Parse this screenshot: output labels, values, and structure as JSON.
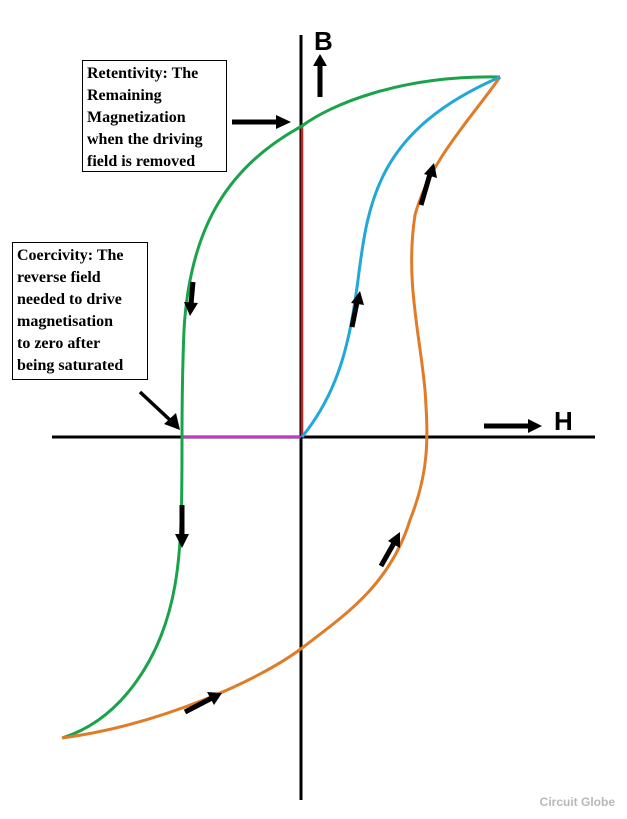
{
  "axes": {
    "vertical_label": "B",
    "horizontal_label": "H"
  },
  "annotations": {
    "retentivity": "Retentivity: The\nRemaining\nMagnetization\nwhen the driving\nfield is removed",
    "coercivity": "Coercivity: The\nreverse field\nneeded to drive\nmagnetisation\nto zero after\nbeing saturated"
  },
  "watermark": "Circuit Globe",
  "colors": {
    "demagnetising_branch": "#1aa34a",
    "magnetising_branch": "#e07b28",
    "initial_curve": "#22a8d8",
    "retentivity_line": "#cc1f1f",
    "coercivity_line": "#cc33cc",
    "axes": "#000000"
  }
}
